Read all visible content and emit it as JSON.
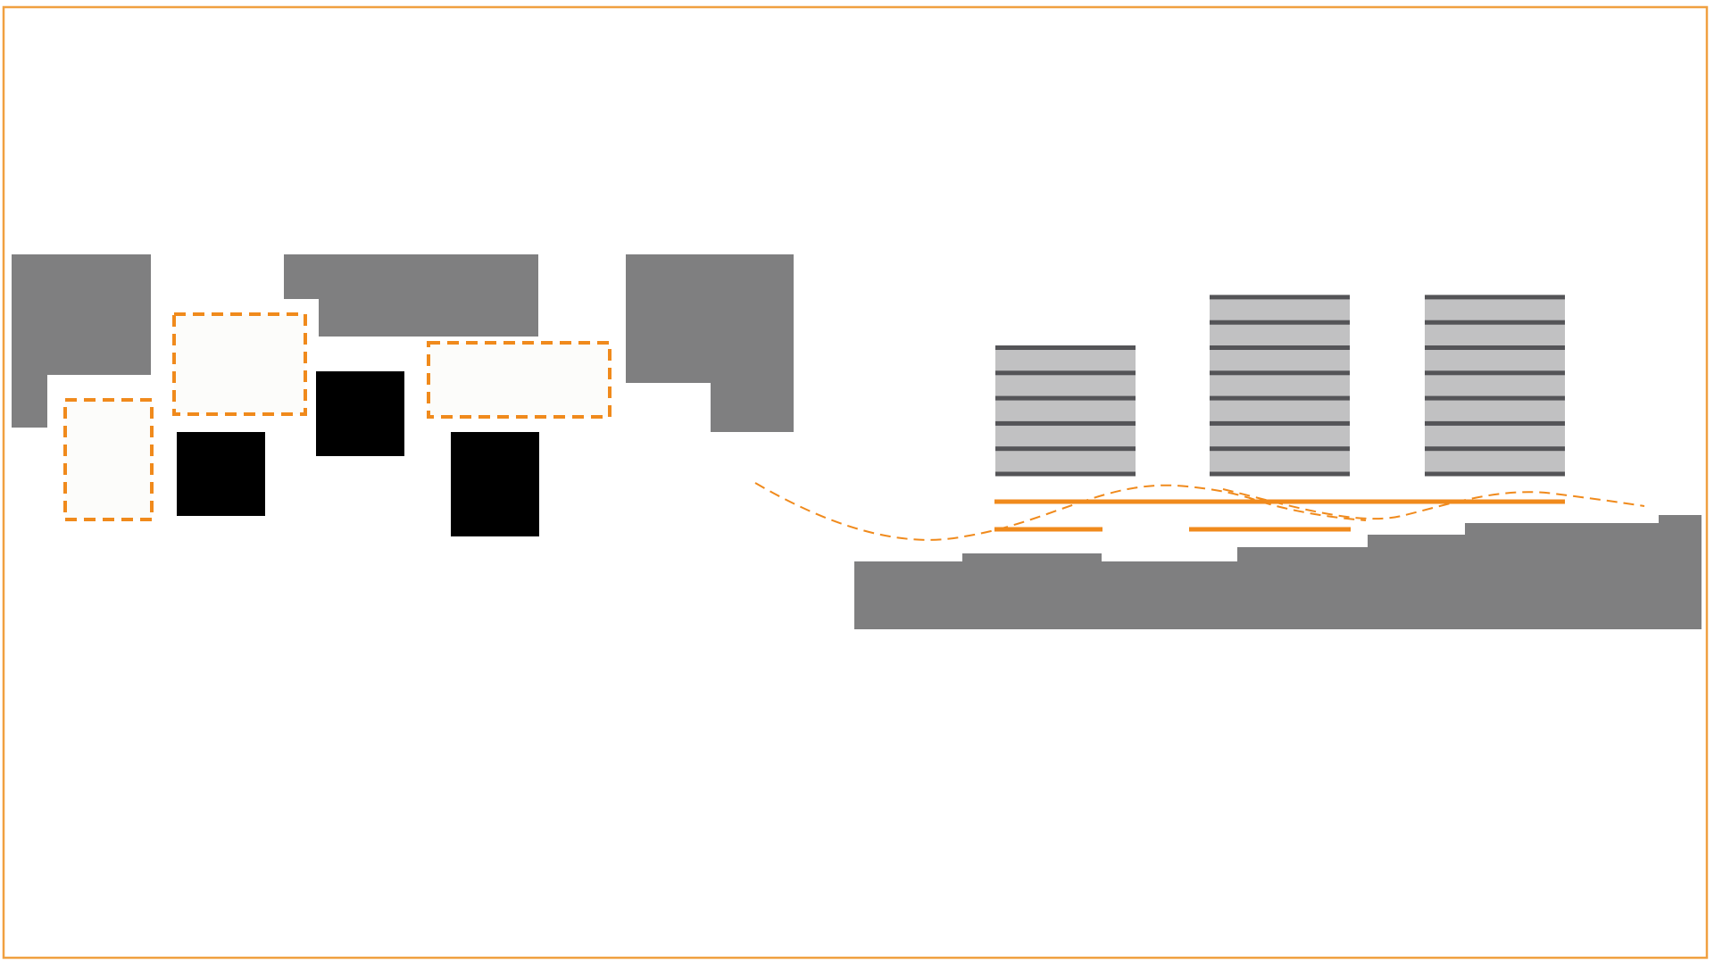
{
  "colors": {
    "background": "#ffffff",
    "frame": "#f0a040",
    "accent_orange": "#f08a1c",
    "block_gray": "#7f7f80",
    "block_black": "#000000",
    "floor_light": "#c1c1c2",
    "floor_line": "#545457",
    "dashed_fill": "#fcfcfa"
  },
  "diagram": {
    "plan_view": {
      "gray_masses": [
        "gray-mass-1",
        "gray-mass-2",
        "gray-mass-3"
      ],
      "dashed_zones": [
        "dashed-zone-1",
        "dashed-zone-2",
        "dashed-zone-3"
      ],
      "black_blocks": [
        "black-block-1",
        "black-block-2",
        "black-block-3"
      ]
    },
    "section_view": {
      "buildings": [
        {
          "name": "building-1",
          "floor_count": 5
        },
        {
          "name": "building-2",
          "floor_count": 7
        },
        {
          "name": "building-3",
          "floor_count": 7
        }
      ]
    }
  }
}
